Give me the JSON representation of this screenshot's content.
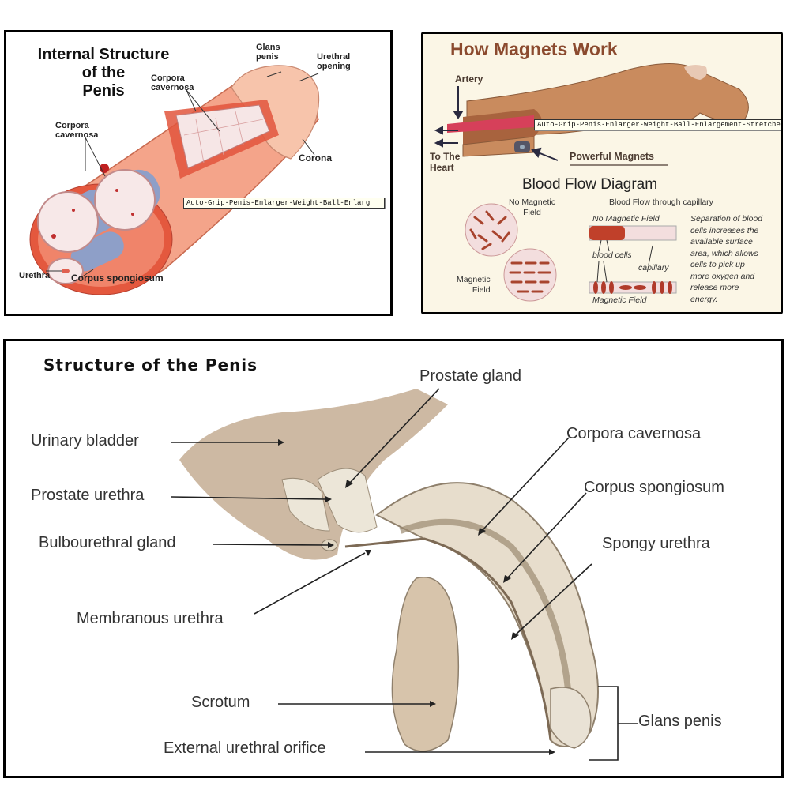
{
  "panel_internal": {
    "title_line1": "Internal Structure",
    "title_line2": "of the",
    "title_line3": "Penis",
    "labels": {
      "glans_penis_1": "Glans",
      "glans_penis_2": "penis",
      "urethral_opening_1": "Urethral",
      "urethral_opening_2": "opening",
      "corpora_top_1": "Corpora",
      "corpora_top_2": "cavernosa",
      "corpora_left_1": "Corpora",
      "corpora_left_2": "cavernosa",
      "corona": "Corona",
      "urethra": "Urethra",
      "corpus_spongiosum": "Corpus spongiosum"
    },
    "tooltip": "Auto-Grip-Penis-Enlarger-Weight-Ball-Enlarg"
  },
  "panel_magnets": {
    "title": "How Magnets Work",
    "artery": "Artery",
    "to_the_heart_1": "To The",
    "to_the_heart_2": "Heart",
    "powerful_magnets": "Powerful Magnets",
    "tooltip": "Auto-Grip-Penis-Enlarger-Weight-Ball-Enlargement-Stretcher",
    "subtitle": "Blood Flow Diagram",
    "no_magnetic_field_1": "No Magnetic",
    "no_magnetic_field_2": "Field",
    "magnetic_field_1": "Magnetic",
    "magnetic_field_2": "Field",
    "capillary_heading": "Blood Flow through capillary",
    "cap_no_field": "No Magnetic Field",
    "blood_cells": "blood cells",
    "capillary": "capillary",
    "cap_field": "Magnetic Field",
    "explanation": [
      "Separation of blood",
      "cells increases the",
      "available surface",
      "area, which allows",
      "cells to pick up",
      "more oxygen and",
      "release more",
      "energy."
    ]
  },
  "panel_structure": {
    "title": "Structure of the Penis",
    "labels": {
      "urinary_bladder": "Urinary bladder",
      "prostate_urethra": "Prostate urethra",
      "bulbourethral_gland": "Bulbourethral gland",
      "membranous_urethra": "Membranous urethra",
      "scrotum": "Scrotum",
      "external_urethral_orifice": "External urethral orifice",
      "prostate_gland": "Prostate gland",
      "corpora_cavernosa": "Corpora cavernosa",
      "corpus_spongiosum": "Corpus spongiosum",
      "spongy_urethra": "Spongy urethra",
      "glans_penis": "Glans penis"
    }
  }
}
